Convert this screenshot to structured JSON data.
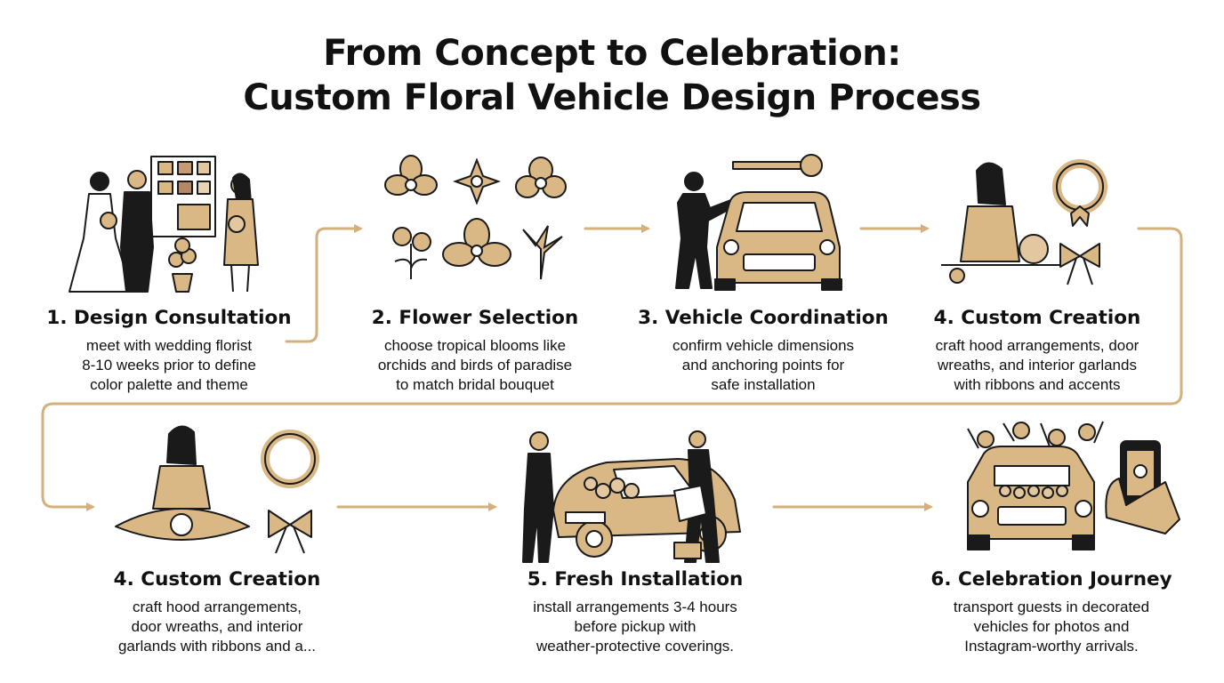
{
  "title": {
    "line1": "From Concept to Celebration:",
    "line2": "Custom Floral Vehicle Design Process"
  },
  "colors": {
    "accent": "#d4b07c",
    "fill": "#d9b886",
    "ink": "#1a1a1a"
  },
  "steps": [
    {
      "heading": "1. Design Consultation",
      "text": "meet with wedding florist\n8-10 weeks prior to define\ncolor palette and theme",
      "icon": "couple-with-florist-icon"
    },
    {
      "heading": "2. Flower Selection",
      "text": "choose tropical blooms like\norchids and birds of paradise\nto match bridal bouquet",
      "icon": "tropical-flowers-icon"
    },
    {
      "heading": "3. Vehicle Coordination",
      "text": "confirm vehicle dimensions\nand anchoring points for\nsafe installation",
      "icon": "measuring-car-icon"
    },
    {
      "heading": "4. Custom Creation",
      "text": "craft hood arrangements, door\nwreaths, and interior garlands\nwith ribbons and accents",
      "icon": "florist-crafting-icon"
    },
    {
      "heading": "4. Custom Creation",
      "text": "craft hood arrangements,\ndoor wreaths, and interior\ngarlands with ribbons and a...",
      "icon": "florist-with-wreath-icon"
    },
    {
      "heading": "5. Fresh Installation",
      "text": "install arrangements 3-4 hours\nbefore pickup with\nweather-protective coverings.",
      "icon": "installing-on-car-icon"
    },
    {
      "heading": "6. Celebration Journey",
      "text": "transport guests in decorated\nvehicles for photos and\nInstagram-worthy arrivals.",
      "icon": "celebrating-guests-icon"
    }
  ]
}
